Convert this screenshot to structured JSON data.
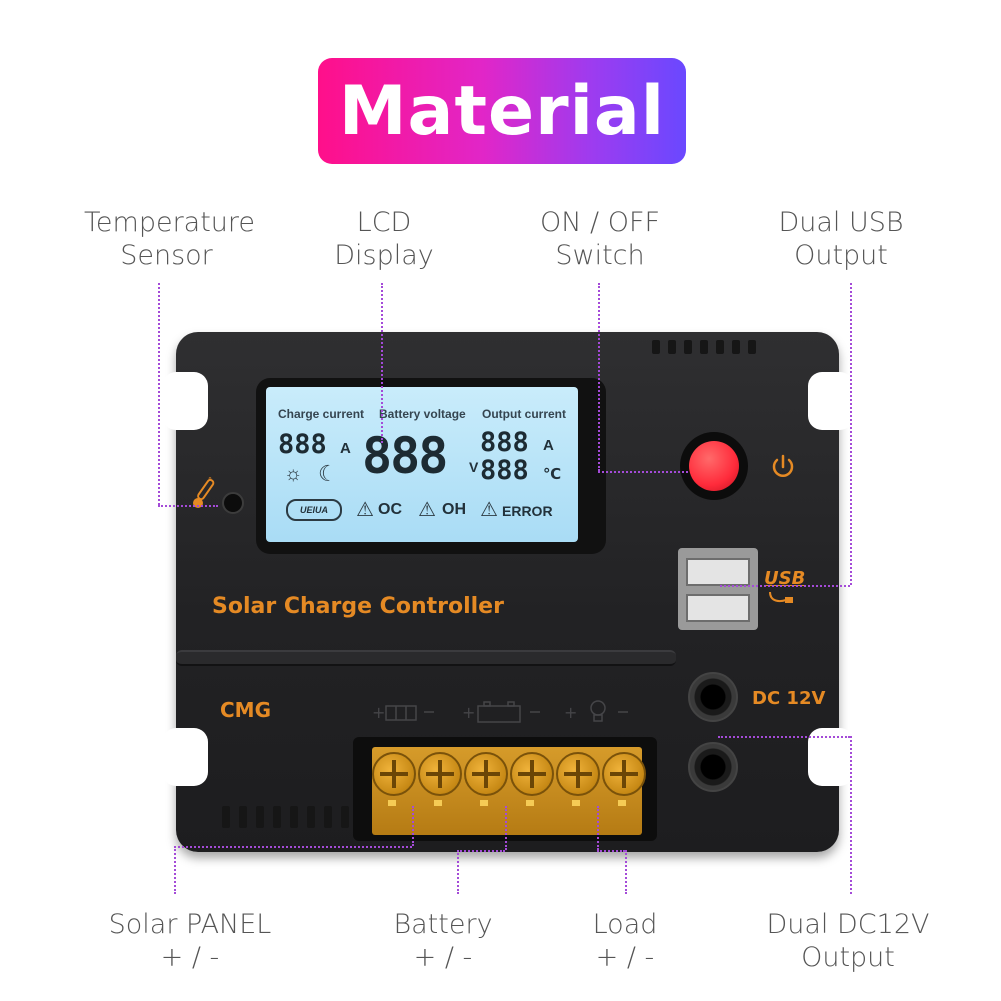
{
  "title": "Material",
  "callouts": {
    "temperature_sensor": [
      "Temperature",
      "Sensor"
    ],
    "lcd_display": [
      "LCD",
      "Display"
    ],
    "on_off_switch": [
      "ON / OFF",
      "Switch"
    ],
    "dual_usb": [
      "Dual USB",
      "Output"
    ],
    "solar_panel": [
      "Solar PANEL",
      "+ / -"
    ],
    "battery": [
      "Battery",
      "+ / -"
    ],
    "load": [
      "Load",
      "+ / -"
    ],
    "dual_dc12v": [
      "Dual DC12V",
      "Output"
    ]
  },
  "device": {
    "lcd": {
      "charge_current": "Charge current",
      "battery_voltage": "Battery voltage",
      "output_current": "Output current",
      "seg_small_left": "888",
      "unit_a_left": "A",
      "seg_big": "888",
      "unit_v": "V",
      "seg_right_top": "888",
      "unit_a_right": "A",
      "seg_right_bottom": "888",
      "unit_c": "℃",
      "brand": "UEIUA",
      "oc": "OC",
      "oh": "OH",
      "error": "ERROR"
    },
    "product_name": "Solar Charge Controller",
    "maker": "CMG",
    "usb_label": "USB",
    "dc_label": "DC 12V"
  },
  "colors": {
    "accent_orange": "#e58a24",
    "power_button_red": "#ff2b3b",
    "callout_line": "#a44bd8"
  }
}
